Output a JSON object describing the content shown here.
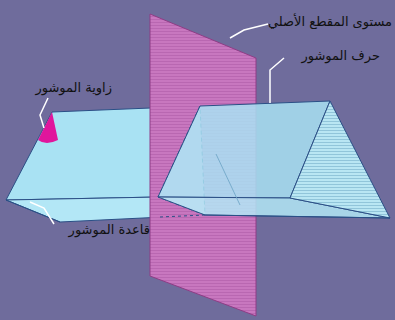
{
  "diagram": {
    "labels": [
      "مستوى المقطع الأصلي",
      "حرف الموشور",
      "زاوية الموشور",
      "قاعدة الموشور"
    ]
  }
}
